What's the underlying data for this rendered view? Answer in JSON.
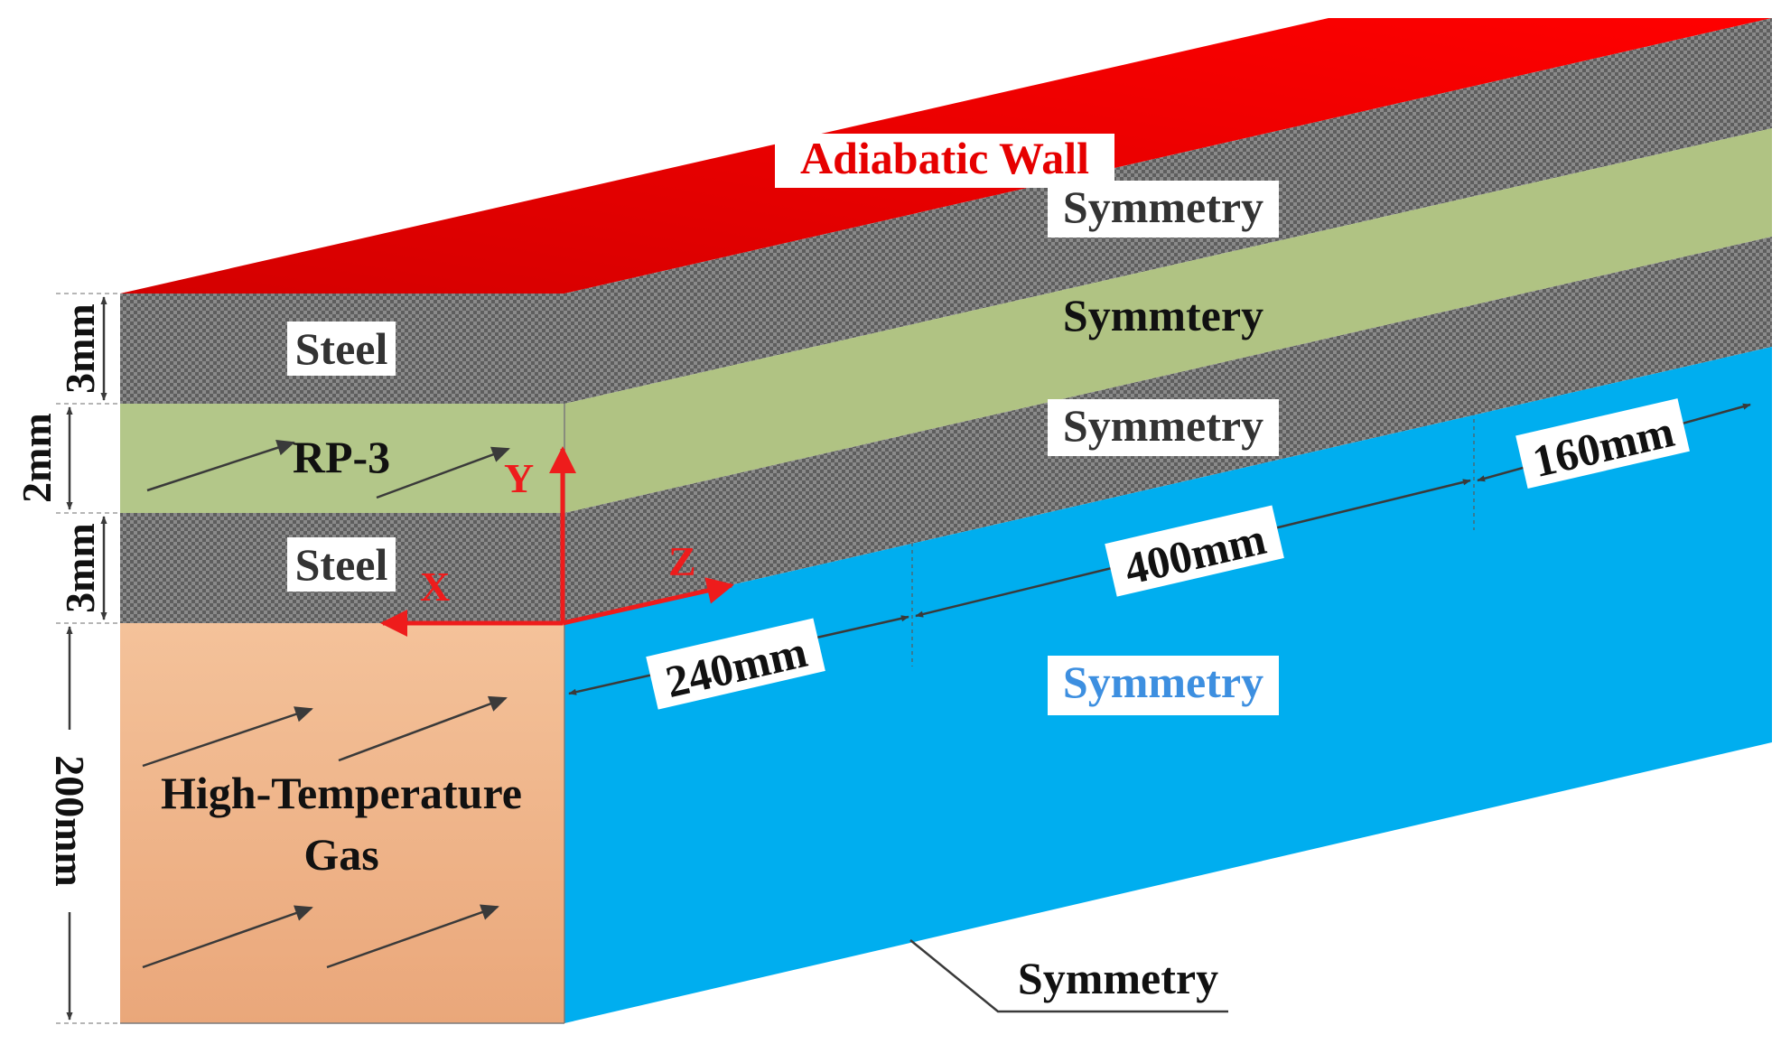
{
  "labels": {
    "adiabatic_wall": "Adiabatic Wall",
    "symmetry_top_steel": "Symmetry",
    "symmetry_fuel": "Symmtery",
    "symmetry_mid_steel": "Symmetry",
    "symmetry_gas": "Symmetry",
    "symmetry_bottom": "Symmetry",
    "steel_top": "Steel",
    "rp3": "RP-3",
    "steel_bottom": "Steel",
    "gas_line1": "High-Temperature",
    "gas_line2": "Gas"
  },
  "dimensions": {
    "steel_top_thickness": "3mm",
    "fuel_thickness": "2mm",
    "steel_bottom_thickness": "3mm",
    "gas_height": "200mm",
    "length_1": "240mm",
    "length_2": "400mm",
    "length_3": "160mm"
  },
  "axes": {
    "x": "X",
    "y": "Y",
    "z": "Z"
  },
  "colors": {
    "adiabatic": "#e60000",
    "steel": "#6e6e6e",
    "fuel": "#b0c383",
    "gas_front": "#f0b58a",
    "gas_side": "#00aeef",
    "axis": "#ee1c1c",
    "symmetry_gas_text": "#3d8fe0"
  }
}
